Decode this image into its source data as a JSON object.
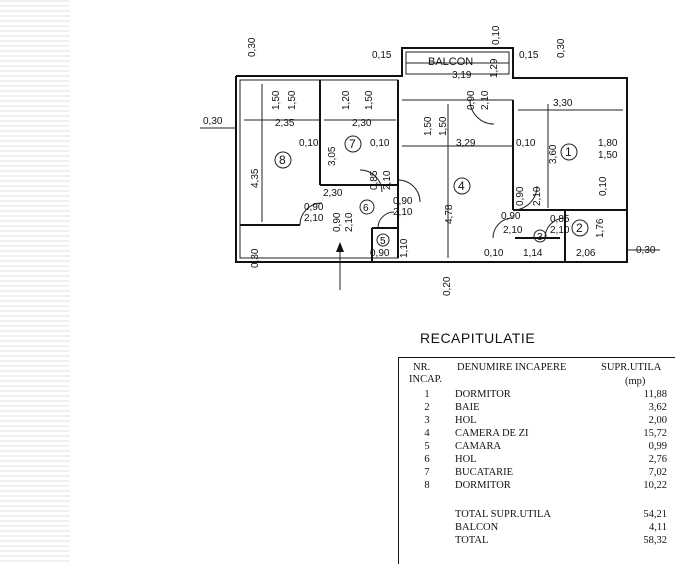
{
  "plan": {
    "balcony_label": "BALCON",
    "room_numbers": [
      "1",
      "2",
      "3",
      "4",
      "5",
      "6",
      "7",
      "8"
    ],
    "dimensions": {
      "top_left_030": "0,30",
      "left_030": "0,30",
      "balc_015_l": "0,15",
      "balc_010": "0,10",
      "balc_015_r": "0,15",
      "balc_030": "0,30",
      "balc_319": "3,19",
      "balc_129": "1,29",
      "r8_150": "1,50",
      "r8_150b": "1,50",
      "r7_120": "1,20",
      "r7_150": "1,50",
      "w_235": "2,35",
      "w_230": "2,30",
      "w_330": "3,30",
      "d_090": "0,90",
      "d_210": "2,10",
      "l_010a": "0,10",
      "l_305": "3,05",
      "l_010b": "0,10",
      "r4_150": "1,50",
      "r4_150b": "1,50",
      "r4_329": "3,29",
      "r1_010": "0,10",
      "r1_360": "3,60",
      "r1_180": "1,80",
      "r1_150": "1,50",
      "h_435": "4,35",
      "h_478": "4,78",
      "k_085": "0,85",
      "k_210": "2,10",
      "k_230": "2,30",
      "d6a_090": "0,90",
      "d6a_210": "2,10",
      "d6b_090": "0,90",
      "d6b_210": "2,10",
      "d5_090": "0,90",
      "d5_210": "2,10",
      "d5_090b": "0,90",
      "b_110": "1,10",
      "b_030": "0,30",
      "b_020": "0,20",
      "r2_090": "0,90",
      "r2_210": "2,10",
      "r2_010": "0,10",
      "r2_114": "1,14",
      "r2_085": "0,85",
      "r2_210b": "2,10",
      "r2_176": "1,76",
      "r2_206": "2,06",
      "r1_d_090": "0,90",
      "r1_d_210": "2,10",
      "r1_010v": "0,10",
      "right_030": "0,30"
    }
  },
  "recap": {
    "title": "RECAPITULATIE",
    "header": {
      "nr": "NR.",
      "incap": "INCAP.",
      "name": "DENUMIRE INCAPERE",
      "supr": "SUPR.UTILA",
      "unit": "(mp)"
    },
    "rows": [
      {
        "nr": "1",
        "name": "DORMITOR",
        "value": "11,88"
      },
      {
        "nr": "2",
        "name": "BAIE",
        "value": "3,62"
      },
      {
        "nr": "3",
        "name": "HOL",
        "value": "2,00"
      },
      {
        "nr": "4",
        "name": "CAMERA DE ZI",
        "value": "15,72"
      },
      {
        "nr": "5",
        "name": "CAMARA",
        "value": "0,99"
      },
      {
        "nr": "6",
        "name": "HOL",
        "value": "2,76"
      },
      {
        "nr": "7",
        "name": "BUCATARIE",
        "value": "7,02"
      },
      {
        "nr": "8",
        "name": "DORMITOR",
        "value": "10,22"
      }
    ],
    "totals": [
      {
        "name": "TOTAL SUPR.UTILA",
        "value": "54,21"
      },
      {
        "name": "BALCON",
        "value": "4,11"
      },
      {
        "name": "TOTAL",
        "value": "58,32"
      }
    ]
  }
}
